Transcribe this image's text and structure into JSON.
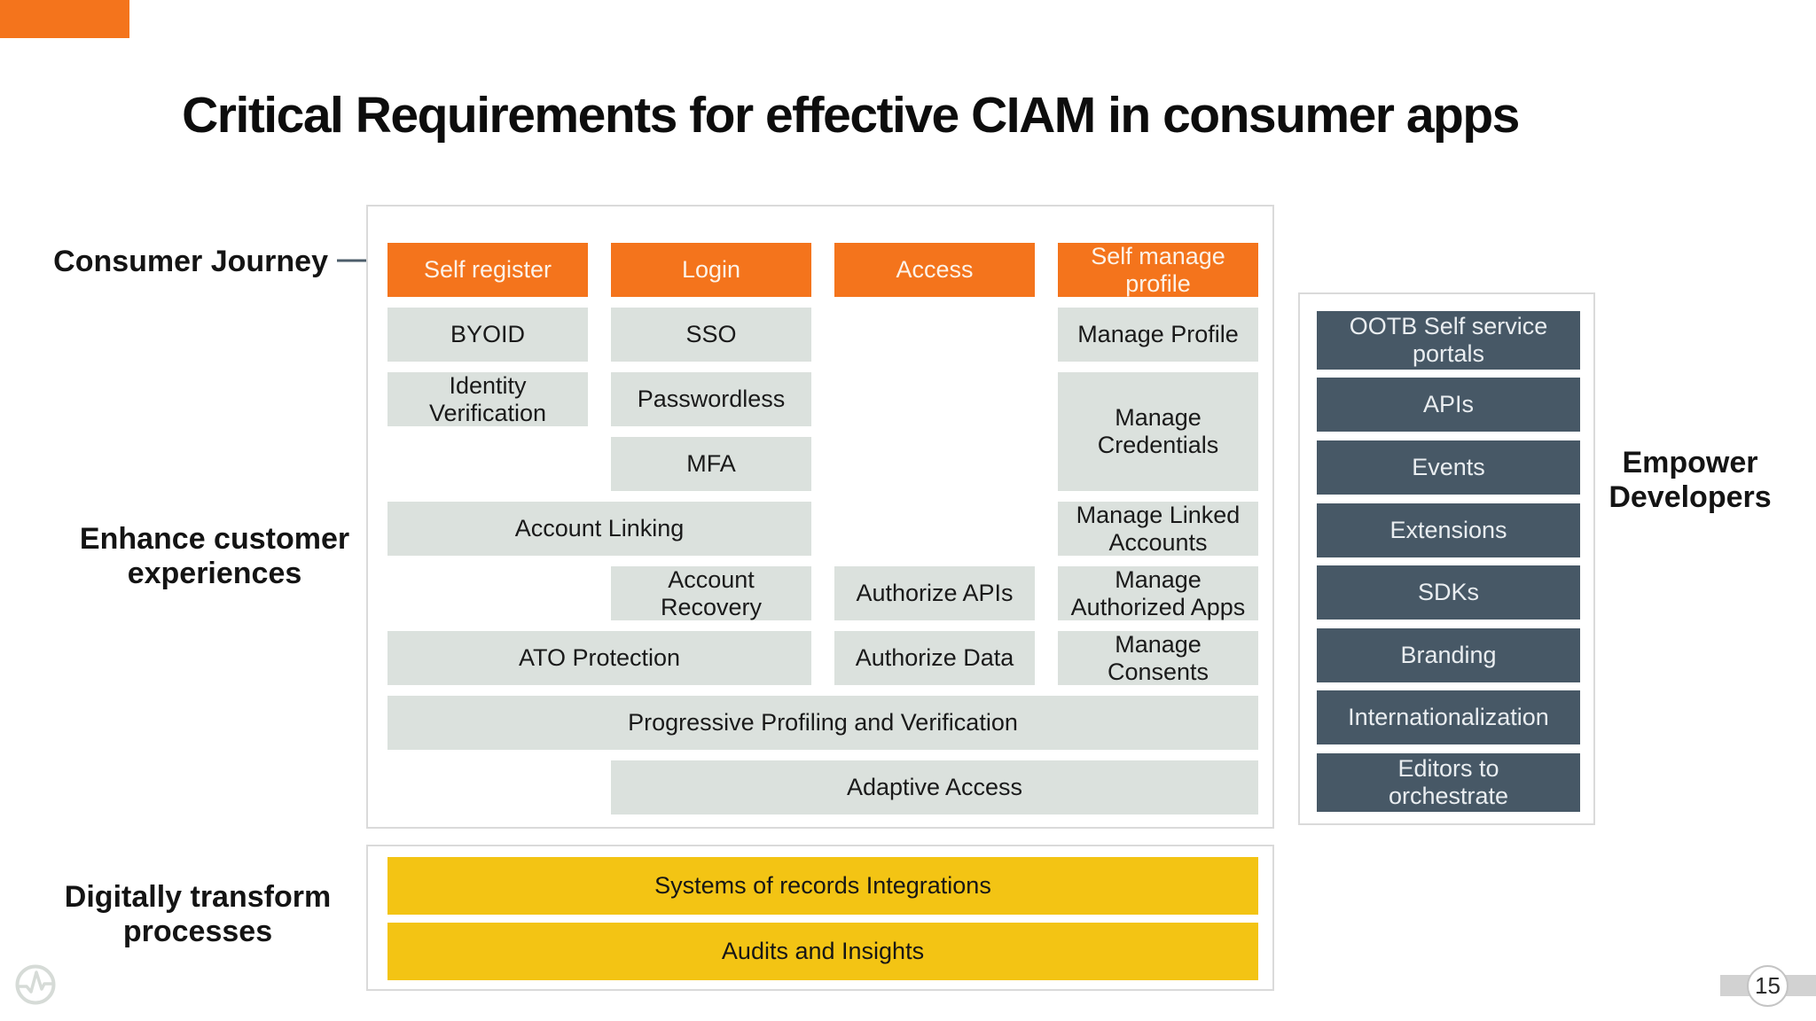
{
  "slide": {
    "title": "Critical Requirements for effective CIAM in consumer apps",
    "page_number": "15"
  },
  "side_labels": {
    "consumer_journey": "Consumer Journey",
    "enhance_customer_experiences": "Enhance customer experiences",
    "digitally_transform_processes": "Digitally transform processes",
    "empower_developers": "Empower Developers"
  },
  "journey_matrix": {
    "headers": [
      "Self register",
      "Login",
      "Access",
      "Self manage profile"
    ],
    "cells": {
      "byoid": "BYOID",
      "identity_verification": "Identity Verification",
      "sso": "SSO",
      "passwordless": "Passwordless",
      "mfa": "MFA",
      "manage_profile": "Manage Profile",
      "manage_credentials": "Manage Credentials",
      "account_linking": "Account Linking",
      "manage_linked_accounts": "Manage Linked Accounts",
      "account_recovery": "Account Recovery",
      "authorize_apis": "Authorize APIs",
      "manage_authorized_apps": "Manage Authorized Apps",
      "ato_protection": "ATO Protection",
      "authorize_data": "Authorize Data",
      "manage_consents": "Manage Consents",
      "progressive_profiling": "Progressive Profiling and Verification",
      "adaptive_access": "Adaptive Access"
    }
  },
  "developer_tools": [
    "OOTB Self service portals",
    "APIs",
    "Events",
    "Extensions",
    "SDKs",
    "Branding",
    "Internationalization",
    "Editors to orchestrate"
  ],
  "process_bars": [
    "Systems of records Integrations",
    "Audits and Insights"
  ],
  "icons": {
    "journey_arrow": "arrow-right",
    "brand_logo": "pulse-circle"
  },
  "colors": {
    "accent_orange": "#F4741C",
    "cell_gray": "#DBE1DD",
    "developer_slate": "#475866",
    "process_yellow": "#F3C414",
    "panel_border": "#DADADA",
    "arrow_slate": "#4C5D6A",
    "strip_gray": "#D2D2D2"
  }
}
